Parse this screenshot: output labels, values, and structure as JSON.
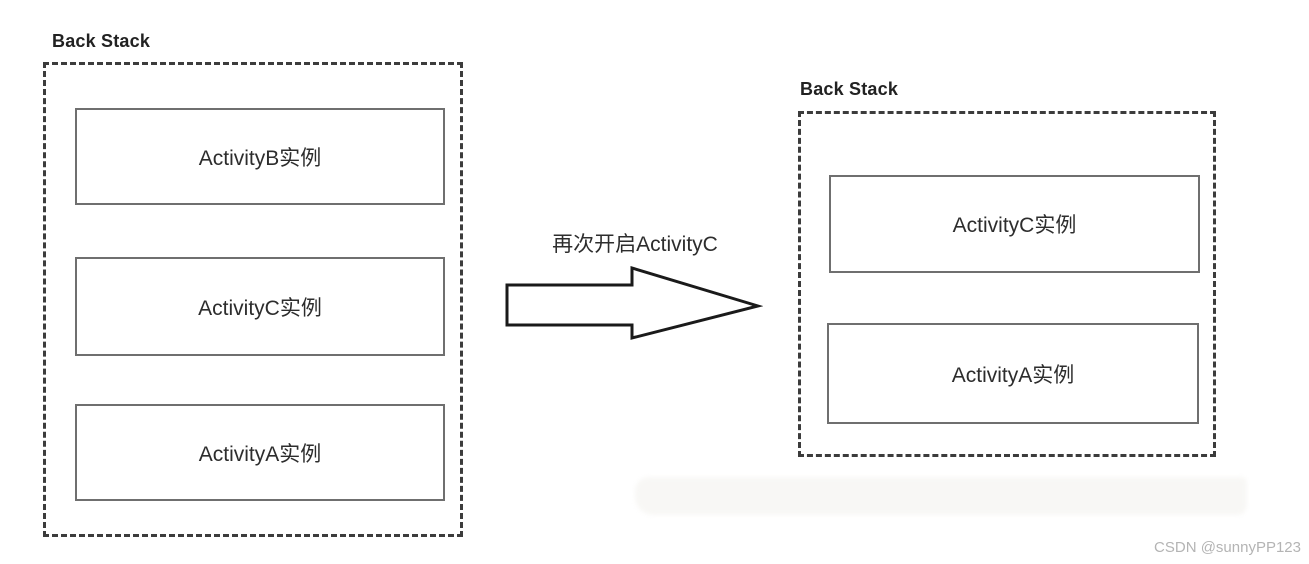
{
  "page": {
    "background": "#ffffff"
  },
  "left_stack": {
    "title": "Back Stack",
    "items": [
      "ActivityB实例",
      "ActivityC实例",
      "ActivityA实例"
    ]
  },
  "arrow": {
    "label": "再次开启ActivityC",
    "direction": "right"
  },
  "right_stack": {
    "title": "Back Stack",
    "items": [
      "ActivityC实例",
      "ActivityA实例"
    ]
  },
  "watermark": {
    "text": "CSDN @sunnyPP123"
  },
  "colors": {
    "background": "#ffffff",
    "frame_border": "#3c3c3c",
    "box_border": "#6f6f6f",
    "text": "#2d2d2d",
    "arrow_outline": "#1a1a1a",
    "arrow_fill": "#ffffff",
    "watermark": "#b4b4b4"
  }
}
